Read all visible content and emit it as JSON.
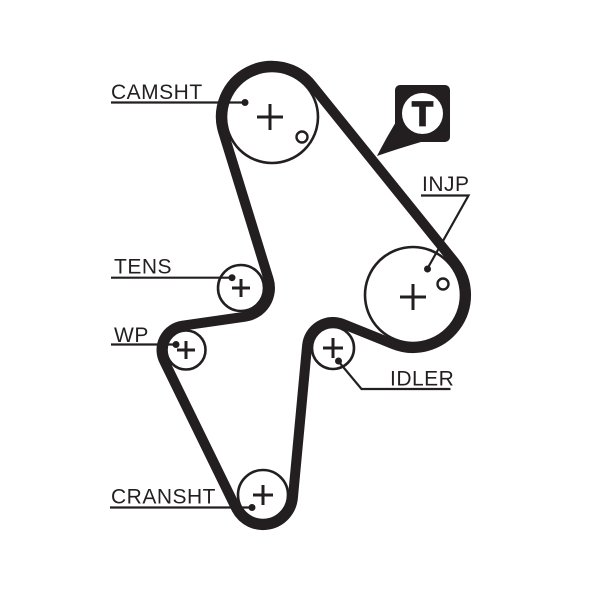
{
  "diagram": {
    "type": "timing-belt-routing",
    "background_color": "#ffffff",
    "line_color": "#231f20",
    "labels": {
      "camshaft": "CAMSHT",
      "tensioner": "TENS",
      "water_pump": "WP",
      "crankshaft": "CRANSHT",
      "injection_pump": "INJP",
      "idler": "IDLER"
    },
    "badge": {
      "letter": "T"
    }
  }
}
